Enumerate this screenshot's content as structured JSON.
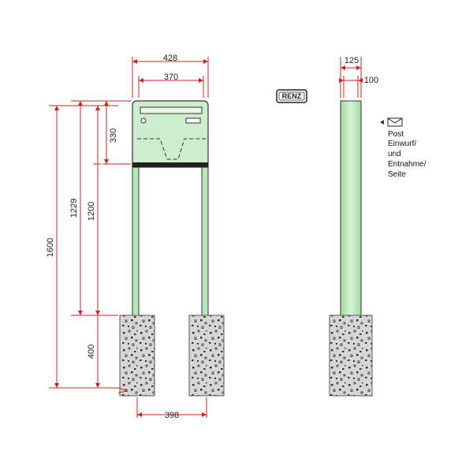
{
  "dimensions": {
    "total_width": "428",
    "inner_width": "370",
    "box_height": "330",
    "total_height": "1600",
    "post_height_a": "1229",
    "post_height_b": "1200",
    "foundation_height": "400",
    "foundation_spacing": "398",
    "side_depth_a": "125",
    "side_depth_b": "100"
  },
  "logo": {
    "text": "RENZ"
  },
  "side_note": {
    "lines": [
      "Post",
      "Einwurf/",
      "und",
      "Entnahme/",
      "Seite"
    ],
    "icon": "envelope-icon"
  },
  "colors": {
    "dimension_line": "#cc2222",
    "mailbox_green": "#c8ecc8",
    "post_green": "#a8e0a8",
    "concrete": "#d4d4d4",
    "outline": "#333333"
  }
}
